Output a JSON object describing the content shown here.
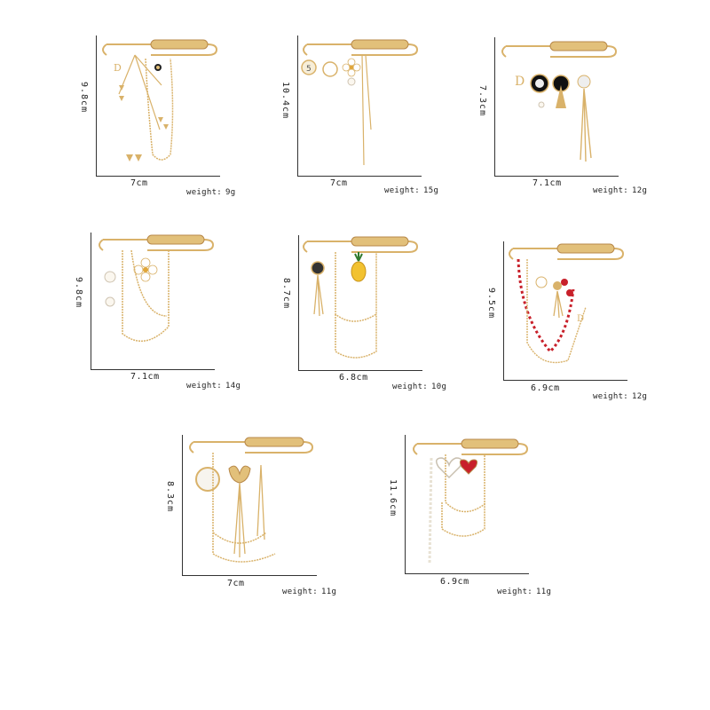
{
  "brooches": [
    {
      "width": "7cm",
      "height": "9.8cm",
      "weight_label": "weight:",
      "weight_value": "9g"
    },
    {
      "width": "7cm",
      "height": "10.4cm",
      "weight_label": "weight:",
      "weight_value": "15g"
    },
    {
      "width": "7.1cm",
      "height": "7.3cm",
      "weight_label": "weight:",
      "weight_value": "12g"
    },
    {
      "width": "7.1cm",
      "height": "9.8cm",
      "weight_label": "weight:",
      "weight_value": "14g"
    },
    {
      "width": "6.8cm",
      "height": "8.7cm",
      "weight_label": "weight:",
      "weight_value": "10g"
    },
    {
      "width": "6.9cm",
      "height": "9.5cm",
      "weight_label": "weight:",
      "weight_value": "12g"
    },
    {
      "width": "7cm",
      "height": "8.3cm",
      "weight_label": "weight:",
      "weight_value": "11g"
    },
    {
      "width": "6.9cm",
      "height": "11.6cm",
      "weight_label": "weight:",
      "weight_value": "11g"
    }
  ],
  "colors": {
    "gold": "#d9b26a",
    "gold_dark": "#b8894a",
    "red": "#c8202a",
    "axis": "#333333"
  }
}
